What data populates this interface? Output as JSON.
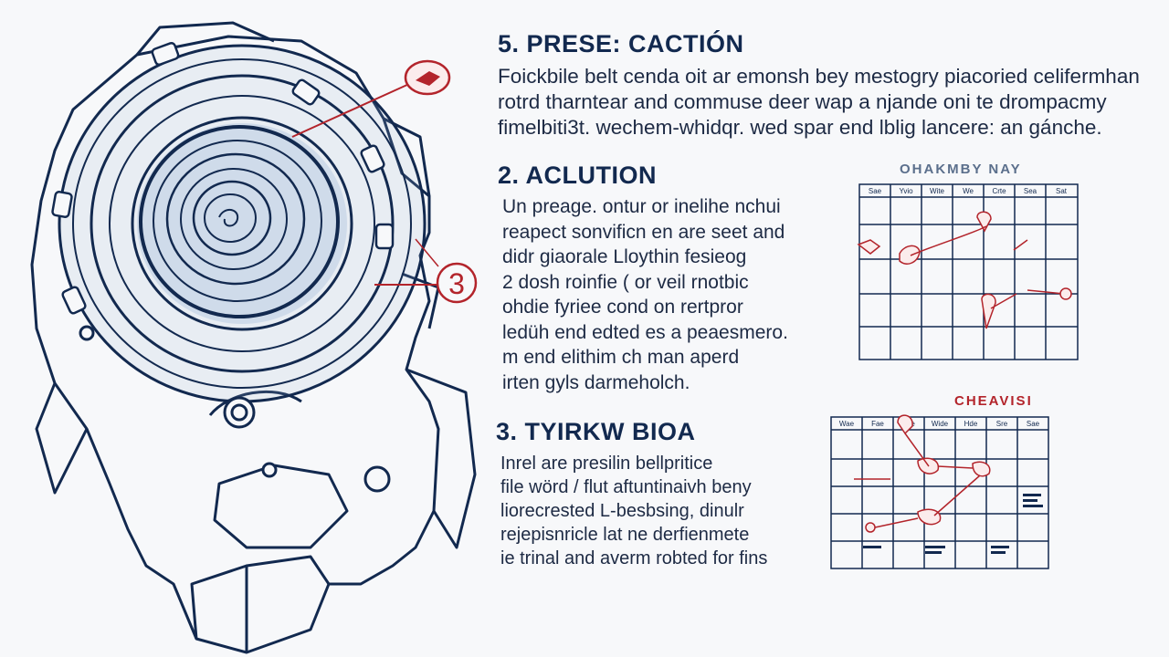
{
  "colors": {
    "ink": "#12294f",
    "text": "#1d2a44",
    "accent_red": "#b3242b",
    "wash_blue": "#9bb4d6",
    "paper": "#f7f8fa"
  },
  "illustration": {
    "callout_number": "3"
  },
  "sections": [
    {
      "heading": "5. PRESE: CACTIÓN",
      "lines": [
        "Foickbile belt cenda oit ar emonsh bey mestogry piacoried celifermhan",
        "rotrd tharntear and commuse deer wap a njande oni te drompacmy",
        "fimelbiti3t. wechem-whidqr. wed spar end lblig lancere: an gánche."
      ]
    },
    {
      "heading": "2. ACLUTION",
      "lines": [
        "Un preage. ontur or inelihe nchui",
        "reapect sonvificn en are seet and",
        "didr giaorale  Lloythin fesieog",
        "2 dosh roinfie ( or veil rnotbic",
        "ohdie fyriee cond on rertpror",
        "ledüh end edted es a peaesmero.",
        "m end elithim ch man aperd",
        "irten gyls darmeholch."
      ]
    },
    {
      "heading": "3. TYIRKW BIOA",
      "lines": [
        "Inrel are presilin bellpritice",
        "file wörd / flut aftuntinaivh beny",
        "liorecrested L-besbsing, dinulr",
        "rejepisnricle lat ne derfienmete",
        "ie trinal and averm robted for fins"
      ]
    }
  ],
  "calendars": [
    {
      "title": "OHAKMBY NAY",
      "days": [
        "Sae",
        "Yvio",
        "Wite",
        "We",
        "Crte",
        "Sea",
        "Sat"
      ]
    },
    {
      "title": "CHEAVISI",
      "days": [
        "Wae",
        "Fae",
        "Sse",
        "Wide",
        "Hde",
        "Sre",
        "Sae"
      ]
    }
  ]
}
